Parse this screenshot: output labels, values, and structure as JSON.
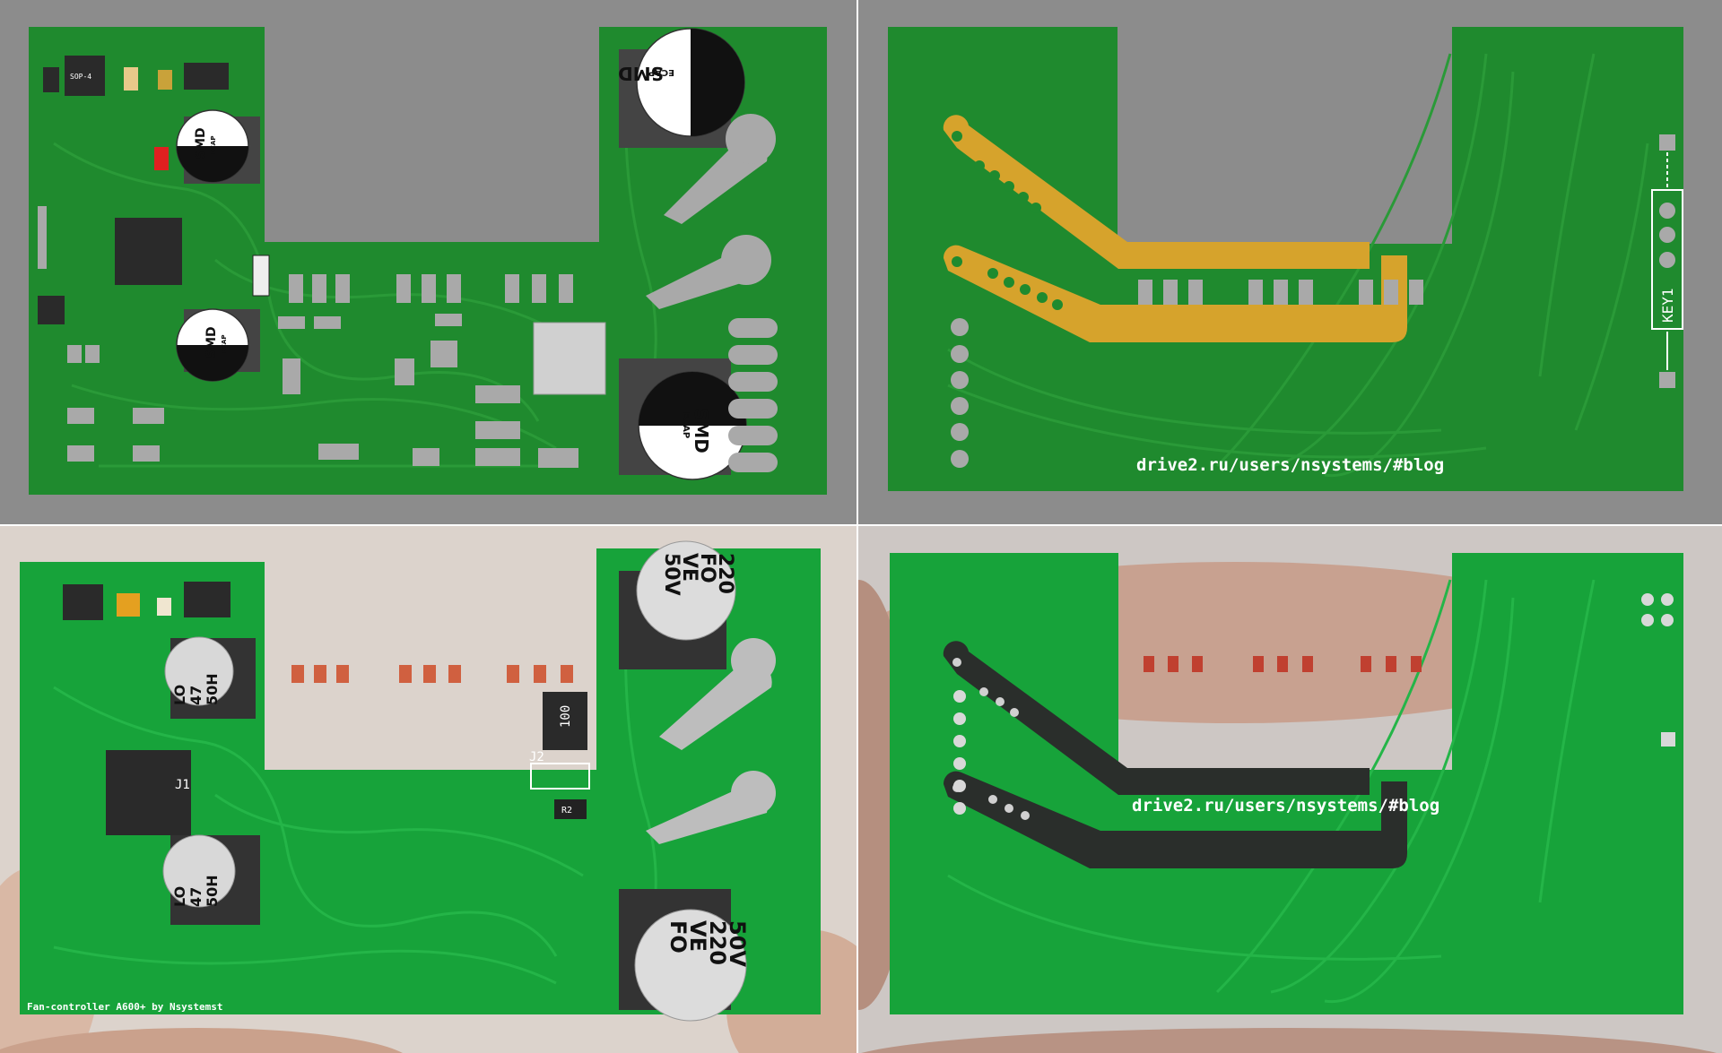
{
  "top_left": {
    "labels": {
      "sop4": "SOP-4",
      "smd_small_1": "SMD",
      "ecap_small_1": "ECAP",
      "smd_small_2": "SMD",
      "ecap_small_2": "ECAP",
      "smd_large_1": "SMD",
      "ecap_large_1": "ECAP",
      "smd_large_2": "SMD",
      "ecap_large_2": "ECAP"
    },
    "colors": {
      "board": "#1f8a2e",
      "background": "#8c8c8c",
      "pads": "#a9a9a9"
    }
  },
  "top_right": {
    "key_label": "KEY1",
    "url": "drive2.ru/users/nsystems/#blog",
    "colors": {
      "board": "#1f8a2e",
      "copper": "#d6a32c"
    }
  },
  "bottom_left": {
    "cap_large_top": [
      "FO",
      "VE",
      "220",
      "50V"
    ],
    "cap_left_upper": [
      "LO",
      "47",
      "50H"
    ],
    "cap_left_lower": [
      "LO",
      "47",
      "50H"
    ],
    "cap_large_bottom": [
      "FO",
      "VE",
      "220",
      "50V"
    ],
    "inductor": "100",
    "j1": "J1",
    "j2": "J2",
    "r2": "R2",
    "footer_text": "Fan-controller A600+ by Nsystemst",
    "colors": {
      "board": "#17a33a",
      "skin": "#d9b8a5"
    }
  },
  "bottom_right": {
    "url": "drive2.ru/users/nsystems/#blog",
    "colors": {
      "board": "#17a33a",
      "finger": "#c8a190"
    }
  }
}
